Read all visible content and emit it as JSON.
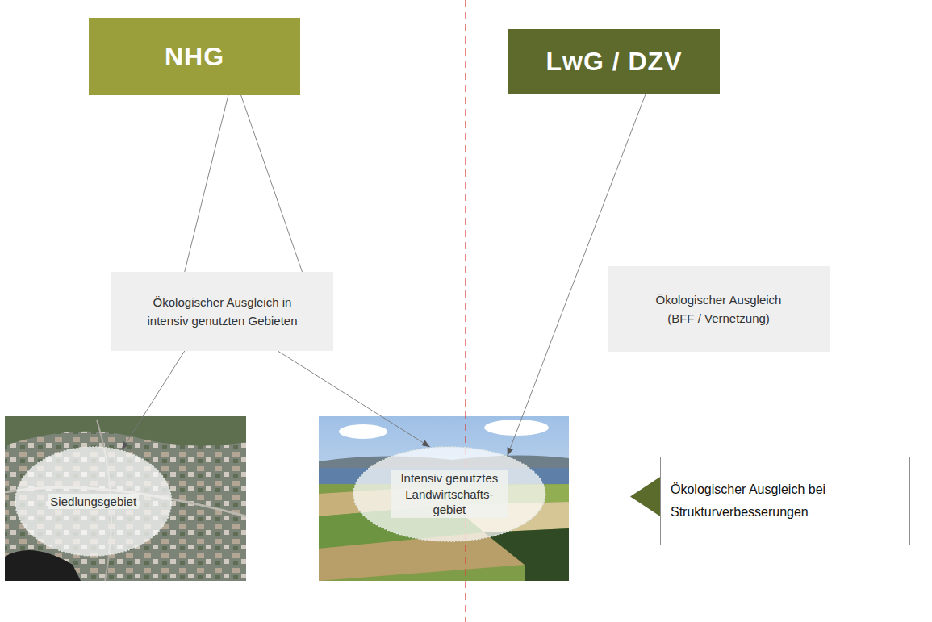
{
  "diagram": {
    "nodes": [
      {
        "text": [
          "NHG"
        ]
      },
      {
        "text": [
          "LwG / DZV"
        ]
      },
      {
        "text": [
          "Ökologischer Ausgleich in intensiv genutzten Gebieten"
        ]
      },
      {
        "text": [
          "Ökologischer Ausgleich (BFF / Vernetzung)"
        ]
      },
      {
        "text": [
          "Siedlungsgebiet"
        ]
      },
      {
        "text": [
          "Intensiv genutztes Landwirtschafts- gebiet"
        ]
      },
      {
        "text": [
          "Ökologischer Ausgleich bei Strukturverbesserungen"
        ]
      }
    ],
    "edges": [
      {
        "from": 0,
        "to": 2,
        "arrow": "none"
      },
      {
        "from": 0,
        "to": 2,
        "arrow": "none"
      },
      {
        "from": 2,
        "to": 4,
        "arrow": "to"
      },
      {
        "from": 2,
        "to": 5,
        "arrow": "to"
      },
      {
        "from": 1,
        "to": 5,
        "arrow": "to"
      },
      {
        "from": 6,
        "to": 5,
        "arrow": "to"
      }
    ]
  }
}
